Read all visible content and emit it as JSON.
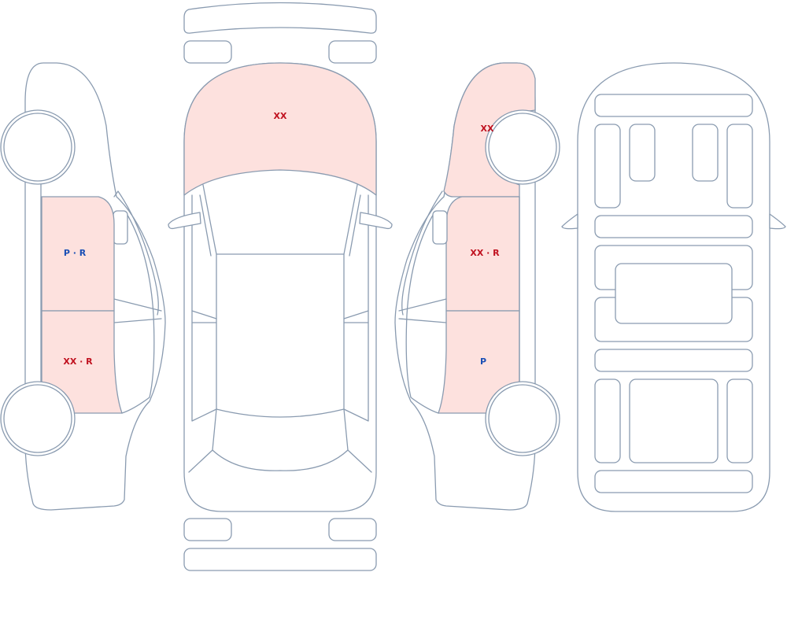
{
  "colors": {
    "outline": "#8a9bb0",
    "damaged_fill": "#fde1de",
    "damage_code_red": "#c0111f",
    "paint_code_blue": "#1a4fb5",
    "background": "#ffffff"
  },
  "views": {
    "left_side": {
      "panels": {
        "front_door": {
          "code": "P · R",
          "code_color": "#1a4fb5",
          "damaged": true
        },
        "rear_door": {
          "code": "XX · R",
          "code_color": "#c0111f",
          "damaged": true
        }
      }
    },
    "top": {
      "panels": {
        "hood": {
          "code": "XX",
          "code_color": "#c0111f",
          "damaged": true
        }
      }
    },
    "right_side": {
      "panels": {
        "front_fender": {
          "code": "XX",
          "code_color": "#c0111f",
          "damaged": true
        },
        "front_door": {
          "code": "XX · R",
          "code_color": "#c0111f",
          "damaged": true
        },
        "rear_door": {
          "code": "P",
          "code_color": "#1a4fb5",
          "damaged": true
        }
      }
    },
    "underbody": {}
  }
}
